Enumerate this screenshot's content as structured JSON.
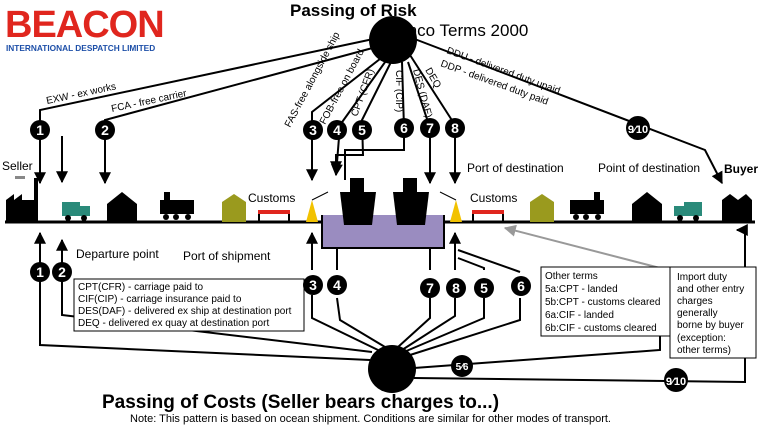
{
  "logo": {
    "name": "BEACON",
    "subtitle": "INTERNATIONAL DESPATCH LIMITED",
    "colors": {
      "brand_red": "#e0261e",
      "brand_blue": "#1d4fa8"
    }
  },
  "title_risk": "Passing of Risk",
  "inco": "Inco Terms 2000",
  "risk_terms": {
    "exw": "EXW - ex works",
    "fca": "FCA - free carrier",
    "fas": "FAS-free alongside ship",
    "fob": "FOB-free on board",
    "cpt": "CPT (CFR)",
    "cif": "CIF (CIP)",
    "des": "DES (DAF)",
    "deq": "DEQ",
    "ddu": "DDU - delivered duty upaid",
    "ddp": "DDP - delivered duty paid"
  },
  "badges": {
    "b1": "1",
    "b2": "2",
    "b3": "3",
    "b4": "4",
    "b5": "5",
    "b6": "6",
    "b7": "7",
    "b8": "8",
    "b910": "9⁄10",
    "b56": "5⁄6"
  },
  "places": {
    "seller": "Seller",
    "buyer": "Buyer",
    "customs_left": "Customs",
    "customs_right": "Customs",
    "port_destination": "Port of destination",
    "point_destination": "Point of destination",
    "departure_point": "Departure point",
    "port_shipment": "Port of shipment"
  },
  "defs_box": [
    "CPT(CFR) - carriage paid to",
    "CIF(CIP) - carriage insurance paid to",
    "DES(DAF) - delivered ex ship at destination port",
    "DEQ - delivered ex quay at destination port"
  ],
  "other_box": [
    "Other terms",
    "5a:CPT - landed",
    "5b:CPT - customs cleared",
    "6a:CIF - landed",
    "6b:CIF - customs cleared"
  ],
  "duty_box": [
    "Import duty",
    "and other entry",
    "charges",
    "generally",
    "borne by buyer",
    "(exception:",
    "other terms)"
  ],
  "title_costs": "Passing of Costs (Seller bears charges to...)",
  "note": "Note: This pattern is based on ocean shipment. Conditions are similar for other modes of transport.",
  "colors": {
    "truck": "#2a8a7a",
    "customs": "#9a9a1e",
    "crane": "#f2c200",
    "water": "#9a8cc0"
  }
}
